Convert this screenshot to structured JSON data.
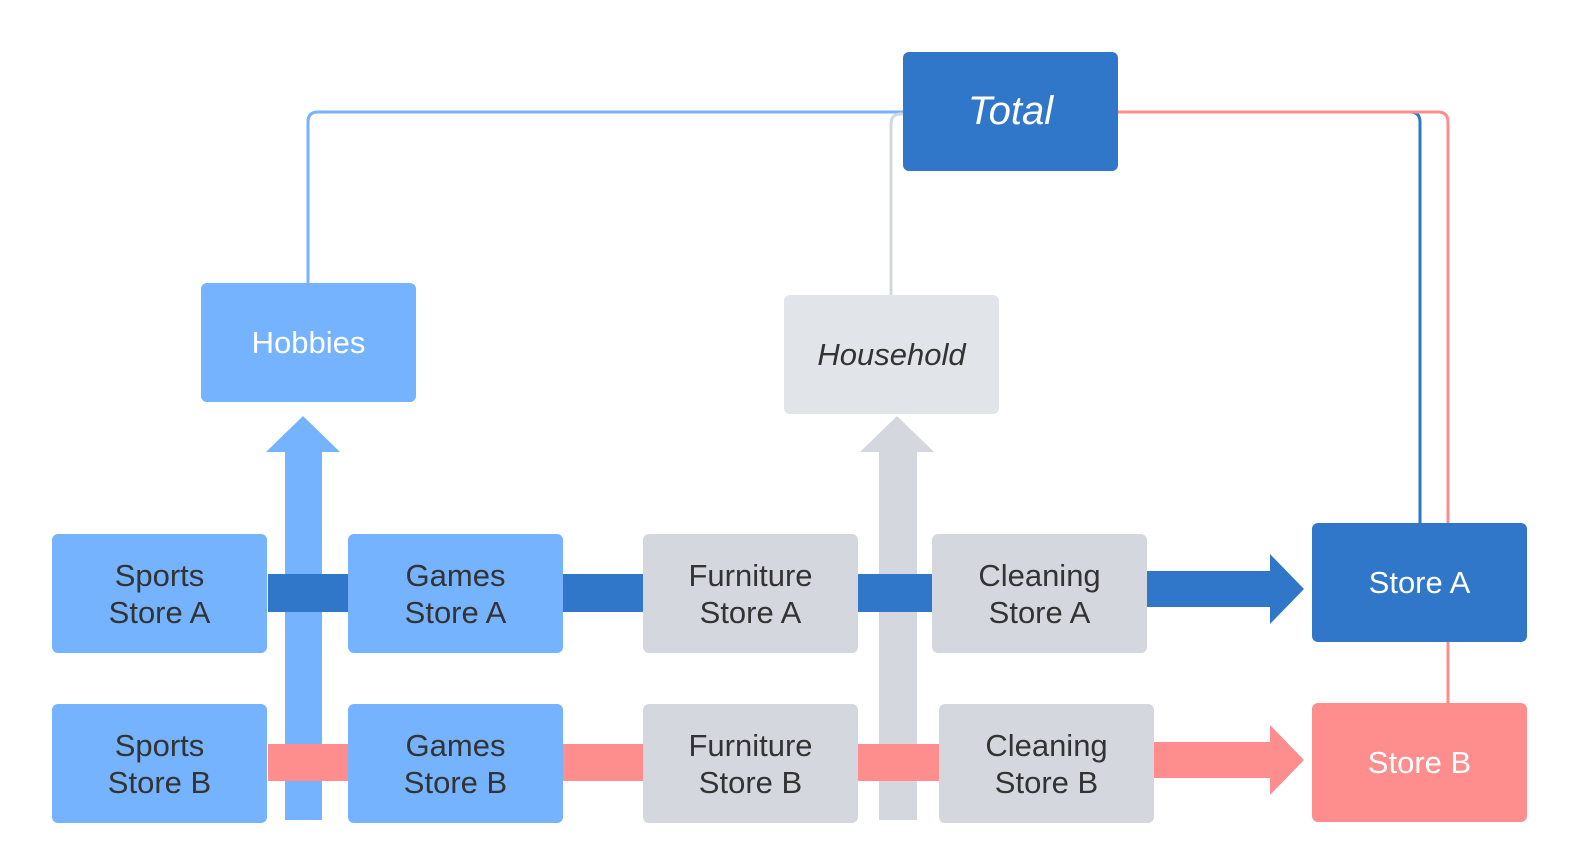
{
  "colors": {
    "store_a": "#3177c9",
    "store_b": "#fe8e8e",
    "hobbies": "#75b3ff",
    "household": "#d4d8de",
    "household_box": "#e1e4e8",
    "text_dark": "#333333",
    "text_light": "#ffffff"
  },
  "nodes": {
    "total": "Total",
    "hobbies": "Hobbies",
    "household": "Household",
    "sports_a": "Sports\nStore A",
    "games_a": "Games\nStore A",
    "furniture_a": "Furniture\nStore A",
    "cleaning_a": "Cleaning\nStore A",
    "store_a": "Store A",
    "sports_b": "Sports\nStore B",
    "games_b": "Games\nStore B",
    "furniture_b": "Furniture\nStore B",
    "cleaning_b": "Cleaning\nStore B",
    "store_b": "Store B"
  }
}
